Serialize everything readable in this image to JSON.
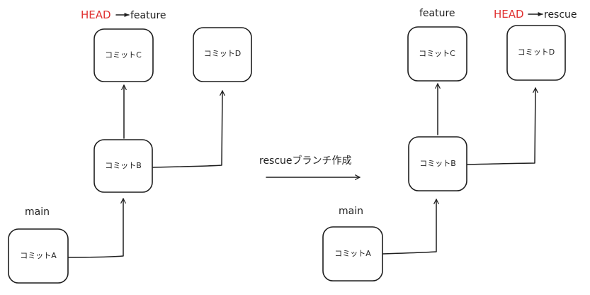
{
  "colors": {
    "head": "#e03131",
    "ink": "#1e1e1e"
  },
  "left_diagram": {
    "commit_a": "コミットA",
    "commit_b": "コミットB",
    "commit_c": "コミットC",
    "commit_d": "コミットD",
    "main_label": "main",
    "head_label": "HEAD",
    "head_target": "feature"
  },
  "operation": {
    "label": "rescueブランチ作成"
  },
  "right_diagram": {
    "commit_a": "コミットA",
    "commit_b": "コミットB",
    "commit_c": "コミットC",
    "commit_d": "コミットD",
    "main_label": "main",
    "feature_label": "feature",
    "head_label": "HEAD",
    "head_target": "rescue"
  }
}
